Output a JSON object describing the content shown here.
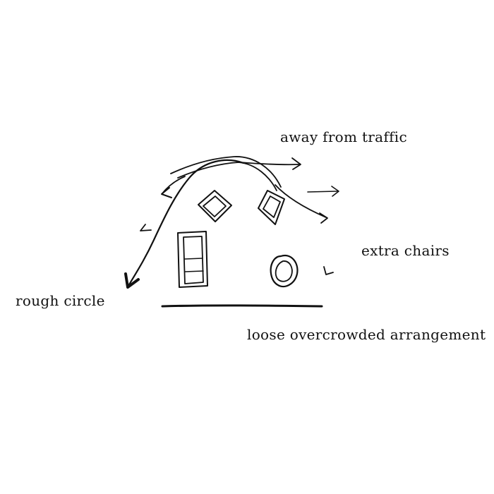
{
  "labels": {
    "away_from_traffic": "away from traffic",
    "extra_chairs": "extra chairs",
    "rough_circle": "rough circle",
    "loose_arrangement": "loose overcrowded arrangement"
  },
  "colors": {
    "ink": "#111111",
    "paper": "#ffffff"
  }
}
